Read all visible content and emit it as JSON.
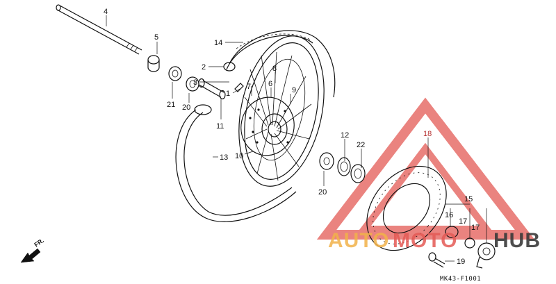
{
  "diagram": {
    "callouts": [
      {
        "id": "4",
        "text": "4"
      },
      {
        "id": "5",
        "text": "5"
      },
      {
        "id": "14",
        "text": "14"
      },
      {
        "id": "2",
        "text": "2"
      },
      {
        "id": "8",
        "text": "8"
      },
      {
        "id": "3",
        "text": "3"
      },
      {
        "id": "7",
        "text": "7"
      },
      {
        "id": "6",
        "text": "6"
      },
      {
        "id": "1",
        "text": "1"
      },
      {
        "id": "9",
        "text": "9"
      },
      {
        "id": "21",
        "text": "21"
      },
      {
        "id": "20a",
        "text": "20"
      },
      {
        "id": "11",
        "text": "11"
      },
      {
        "id": "13",
        "text": "13"
      },
      {
        "id": "10",
        "text": "10"
      },
      {
        "id": "12",
        "text": "12"
      },
      {
        "id": "22",
        "text": "22"
      },
      {
        "id": "20b",
        "text": "20"
      },
      {
        "id": "18",
        "text": "18"
      },
      {
        "id": "15",
        "text": "15"
      },
      {
        "id": "16",
        "text": "16"
      },
      {
        "id": "17a",
        "text": "17"
      },
      {
        "id": "17b",
        "text": "17"
      },
      {
        "id": "19",
        "text": "19"
      }
    ],
    "direction_label": "FR.",
    "drawing_code": "MK43-F1001"
  },
  "watermark": {
    "text_left": "AUTO",
    "text_mid": "MOTO",
    "text_right": "HUB",
    "color_orange": "#f2b24a",
    "color_red": "#e45a55",
    "color_dark": "#3a3a3a"
  }
}
